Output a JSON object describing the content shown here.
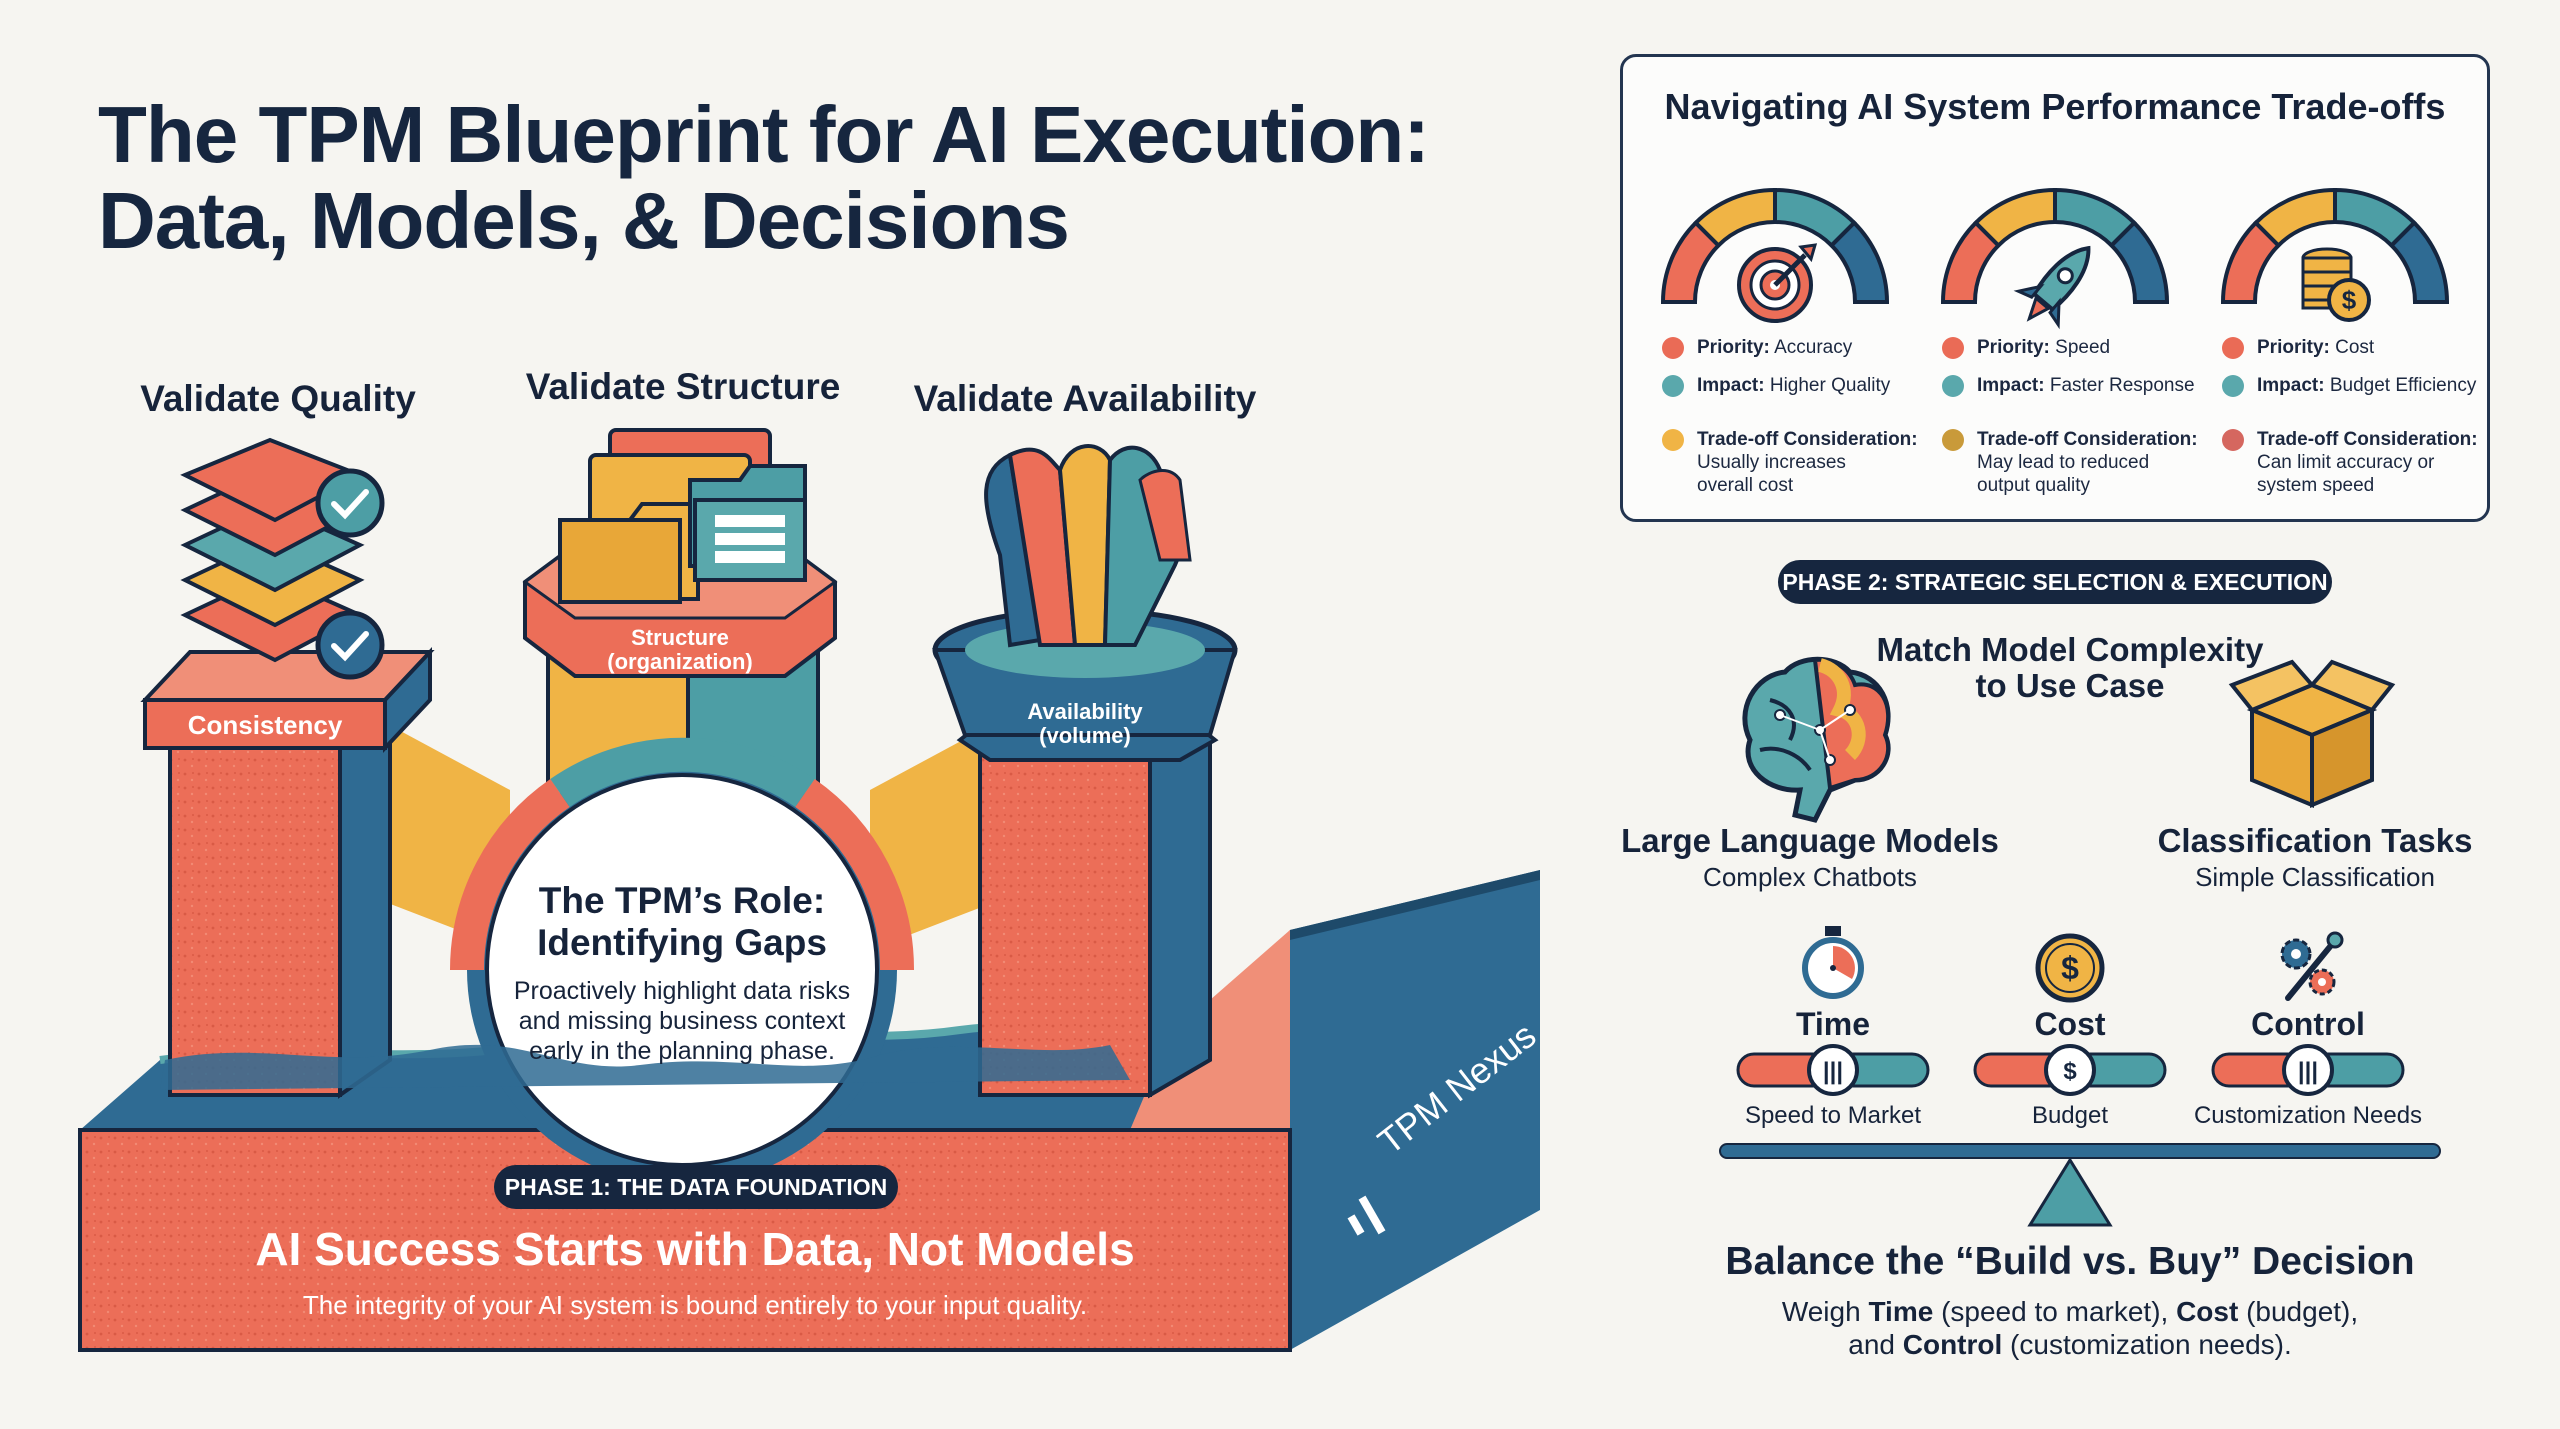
{
  "title": {
    "line1": "The TPM Blueprint for AI Execution:",
    "line2": "Data, Models, & Decisions"
  },
  "phase1": {
    "pillars": [
      {
        "heading": "Validate Quality",
        "label": "Consistency"
      },
      {
        "heading": "Validate Structure",
        "label_line1": "Structure",
        "label_line2": "(organization)"
      },
      {
        "heading": "Validate Availability",
        "label_line1": "Availability",
        "label_line2": "(volume)"
      }
    ],
    "role": {
      "title_line1": "The TPM’s Role:",
      "title_line2": "Identifying Gaps",
      "body_line1": "Proactively highlight data risks",
      "body_line2": "and missing business context",
      "body_line3": "early in the planning phase."
    },
    "pill": "PHASE 1: THE DATA FOUNDATION",
    "headline": "AI Success Starts with Data, Not Models",
    "subline": "The integrity of your AI system is bound entirely to your input quality.",
    "brand": "TPM Nexus"
  },
  "tradeoffs": {
    "title": "Navigating AI System Performance Trade-offs",
    "gauges": [
      {
        "icon": "target-icon",
        "priority_label": "Priority:",
        "priority": "Accuracy",
        "impact_label": "Impact:",
        "impact": "Higher Quality",
        "tradeoff_label": "Trade-off Consideration:",
        "tradeoff_line1": "Usually increases",
        "tradeoff_line2": "overall cost",
        "colors": {
          "priority": "#ea6b56",
          "impact": "#5aa8ac",
          "tradeoff": "#f0b445"
        }
      },
      {
        "icon": "rocket-icon",
        "priority_label": "Priority:",
        "priority": "Speed",
        "impact_label": "Impact:",
        "impact": "Faster Response",
        "tradeoff_label": "Trade-off Consideration:",
        "tradeoff_line1": "May lead to reduced",
        "tradeoff_line2": "output quality",
        "colors": {
          "priority": "#ea6b56",
          "impact": "#5aa8ac",
          "tradeoff": "#c99a3a"
        }
      },
      {
        "icon": "coins-icon",
        "priority_label": "Priority:",
        "priority": "Cost",
        "impact_label": "Impact:",
        "impact": "Budget Efficiency",
        "tradeoff_label": "Trade-off Consideration:",
        "tradeoff_line1": "Can limit accuracy or",
        "tradeoff_line2": "system speed",
        "colors": {
          "priority": "#ea6b56",
          "impact": "#5aa8ac",
          "tradeoff": "#d5675f"
        }
      }
    ]
  },
  "phase2": {
    "pill": "PHASE 2: STRATEGIC SELECTION & EXECUTION",
    "match_line1": "Match Model Complexity",
    "match_line2": "to Use Case",
    "llm_title": "Large Language Models",
    "llm_sub": "Complex Chatbots",
    "cls_title": "Classification Tasks",
    "cls_sub": "Simple Classification",
    "sliders": [
      {
        "title": "Time",
        "sub": "Speed to Market",
        "knob": "|||",
        "icon": "stopwatch-icon"
      },
      {
        "title": "Cost",
        "sub": "Budget",
        "knob": "$",
        "icon": "dollar-coin-icon"
      },
      {
        "title": "Control",
        "sub": "Customization Needs",
        "knob": "|||",
        "icon": "gear-wrench-icon"
      }
    ],
    "balance_title": "Balance the “Build vs. Buy” Decision",
    "balance_line1_a": "Weigh ",
    "balance_line1_b": "Time",
    "balance_line1_c": " (speed to market), ",
    "balance_line1_d": "Cost",
    "balance_line1_e": " (budget),",
    "balance_line2_a": "and ",
    "balance_line2_b": "Control",
    "balance_line2_c": " (customization needs)."
  },
  "colors": {
    "navy": "#16263f",
    "coral": "#ec6e58",
    "blue": "#2f6b93",
    "teal": "#4d9ea5",
    "yellow": "#f0b445",
    "paper": "#f6f5f1"
  }
}
